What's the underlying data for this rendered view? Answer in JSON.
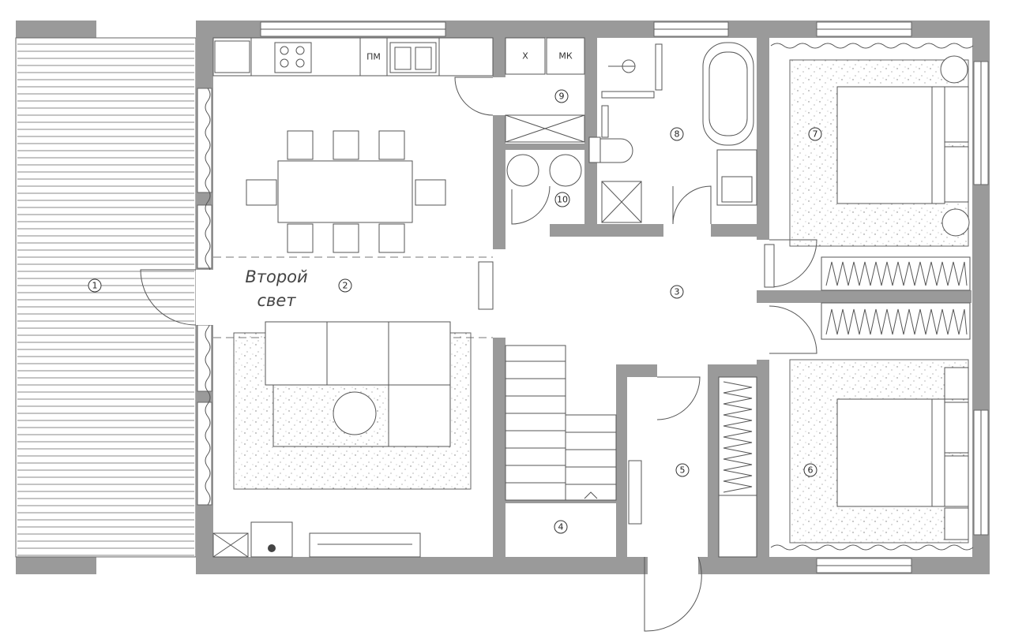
{
  "plan": {
    "second_light_label": [
      "Второй",
      "свет"
    ],
    "appliance_labels": {
      "oven": "ПМ",
      "fridge_x": "Х",
      "mk": "МК"
    },
    "rooms": [
      {
        "id": "1",
        "label": "1"
      },
      {
        "id": "2",
        "label": "2"
      },
      {
        "id": "3",
        "label": "3"
      },
      {
        "id": "4",
        "label": "4"
      },
      {
        "id": "5",
        "label": "5"
      },
      {
        "id": "6",
        "label": "6"
      },
      {
        "id": "7",
        "label": "7"
      },
      {
        "id": "8",
        "label": "8"
      },
      {
        "id": "9",
        "label": "9"
      },
      {
        "id": "10",
        "label": "10"
      }
    ]
  }
}
